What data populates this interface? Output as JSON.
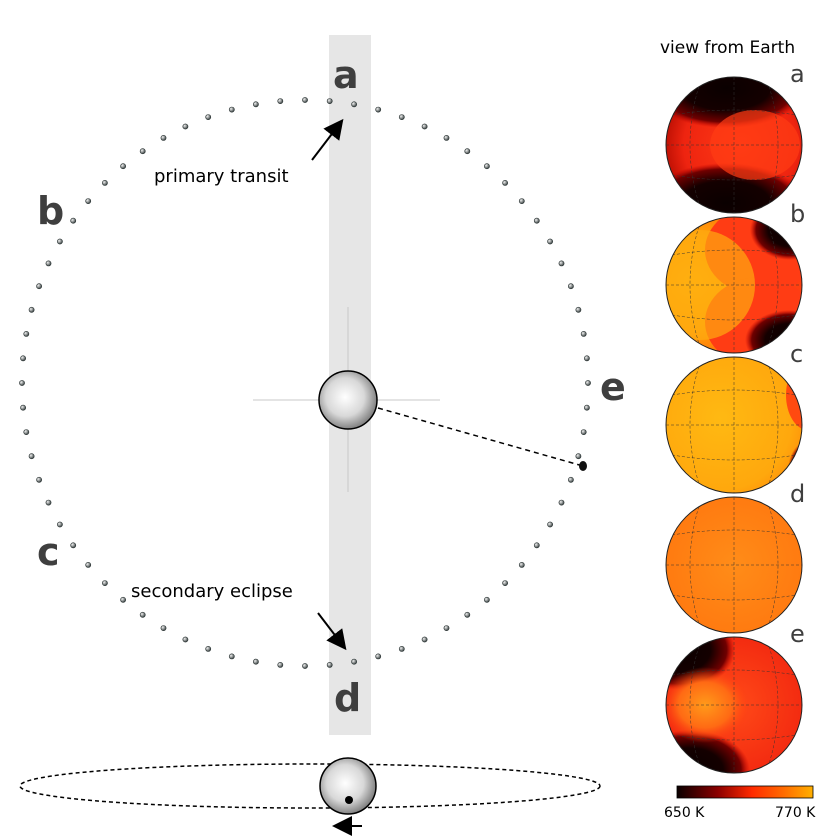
{
  "diagram": {
    "panel_title": "view from Earth",
    "annotations": {
      "primary": "primary transit",
      "secondary": "secondary eclipse"
    },
    "orbit_labels": [
      "a",
      "b",
      "c",
      "d",
      "e"
    ],
    "view_labels": [
      "a",
      "b",
      "c",
      "d",
      "e"
    ],
    "colorbar": {
      "min_label": "650 K",
      "max_label": "770 K",
      "colors": [
        "#0a0000",
        "#8b0000",
        "#ff2a00",
        "#ff6a00",
        "#ffb000"
      ]
    },
    "colors": {
      "star_light": "#ffffff",
      "star_dark": "#6f6f6f",
      "band": "#e6e6e6",
      "orbit_dot": "#5f6b6b"
    }
  }
}
